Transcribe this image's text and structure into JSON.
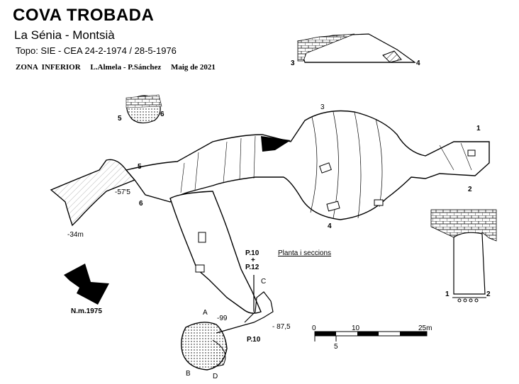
{
  "header": {
    "title": "COVA TROBADA",
    "subtitle": "La Sénia  -  Montsià",
    "topo": "Topo: SIE - CEA    24-2-1974  / 28-5-1976",
    "zone": "ZONA  INFERIOR     L.Almela - P.Sánchez     Maig de 2021"
  },
  "labels": {
    "plan": "Planta i seccions",
    "north": "N.m.1975",
    "p10": "P.10",
    "plus": "+",
    "p12": "P.12",
    "p10b": "P.10",
    "depth_34": "-34m",
    "depth_57": "-57'5",
    "depth_99": "-99",
    "depth_87": "- 87,5",
    "n1": "1",
    "n2": "2",
    "n3": "3",
    "n4": "4",
    "n5": "5",
    "n6": "6",
    "s1": "1",
    "s2": "2",
    "sec3": "3",
    "sec4": "4",
    "sec5": "5",
    "sec6": "6",
    "ra": "A",
    "rb": "B",
    "rc": "C",
    "rd": "D"
  },
  "scale": {
    "zero": "0",
    "ten": "10",
    "twentyfive": "25m",
    "five": "5"
  }
}
